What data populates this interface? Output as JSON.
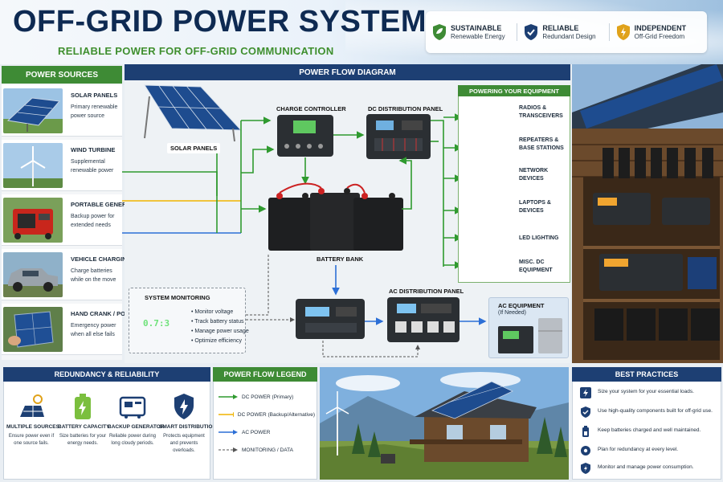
{
  "title": "OFF-GRID POWER SYSTEM",
  "subtitle": "RELIABLE POWER FOR OFF-GRID COMMUNICATION",
  "badges": [
    {
      "title": "SUSTAINABLE",
      "sub": "Renewable Energy",
      "color": "#3e8b35",
      "icon": "leaf-shield-icon"
    },
    {
      "title": "RELIABLE",
      "sub": "Redundant Design",
      "color": "#1d3f73",
      "icon": "check-shield-icon"
    },
    {
      "title": "INDEPENDENT",
      "sub": "Off-Grid Freedom",
      "color": "#e0a21a",
      "icon": "lightning-shield-icon"
    }
  ],
  "sources": {
    "heading": "POWER SOURCES",
    "items": [
      {
        "title": "SOLAR PANELS",
        "desc": "Primary renewable power source"
      },
      {
        "title": "WIND TURBINE",
        "desc": "Supplemental renewable power"
      },
      {
        "title": "PORTABLE GENERATOR",
        "desc": "Backup power for extended needs"
      },
      {
        "title": "VEHICLE CHARGING",
        "desc": "Charge batteries while on the move"
      },
      {
        "title": "HAND CRANK / PORTABLE CHARGERS",
        "desc": "Emergency power when all else fails"
      }
    ]
  },
  "flow": {
    "heading": "POWER FLOW DIAGRAM",
    "solar_panels": "SOLAR PANELS",
    "charge_controller": "CHARGE CONTROLLER",
    "dc_panel": "DC DISTRIBUTION PANEL",
    "battery_bank": "BATTERY BANK",
    "ac_panel": "AC DISTRIBUTION PANEL",
    "monitoring": {
      "title": "SYSTEM MONITORING",
      "items": [
        "• Monitor voltage",
        "• Track battery status",
        "• Manage power usage",
        "• Optimize efficiency"
      ],
      "display": "0.7:3"
    },
    "ac_equipment": {
      "title": "AC EQUIPMENT",
      "sub": "(If Needed)"
    }
  },
  "equipment": {
    "heading": "POWERING YOUR EQUIPMENT",
    "items": [
      "RADIOS &\nTRANSCEIVERS",
      "REPEATERS &\nBASE STATIONS",
      "NETWORK\nDEVICES",
      "LAPTOPS &\nDEVICES",
      "LED LIGHTING",
      "MISC. DC\nEQUIPMENT"
    ]
  },
  "redundancy": {
    "heading": "REDUNDANCY & RELIABILITY",
    "items": [
      {
        "title": "MULTIPLE SOURCES",
        "desc": "Ensure power even if one source fails."
      },
      {
        "title": "BATTERY CAPACITY",
        "desc": "Size batteries for your energy needs."
      },
      {
        "title": "BACKUP GENERATOR",
        "desc": "Reliable power during long cloudy periods."
      },
      {
        "title": "SMART DISTRIBUTION",
        "desc": "Protects equipment and prevents overloads."
      }
    ]
  },
  "legend": {
    "heading": "POWER FLOW LEGEND",
    "items": [
      {
        "label": "DC POWER (Primary)",
        "color": "#2f9a2f",
        "style": "solid"
      },
      {
        "label": "DC POWER (Backup/Alternative)",
        "color": "#f0b400",
        "style": "solid"
      },
      {
        "label": "AC POWER",
        "color": "#2c6fd6",
        "style": "solid"
      },
      {
        "label": "MONITORING / DATA",
        "color": "#555555",
        "style": "dashed"
      }
    ]
  },
  "best_practices": {
    "heading": "BEST PRACTICES",
    "items": [
      "Size your system for your essential loads.",
      "Use high-quality components built for off-grid use.",
      "Keep batteries charged and well maintained.",
      "Plan for redundancy at every level.",
      "Monitor and manage power consumption."
    ]
  },
  "colors": {
    "navy": "#1d3f73",
    "green": "#3e8b35",
    "dc_primary": "#2f9a2f",
    "dc_backup": "#f0b400",
    "ac": "#2c6fd6"
  }
}
